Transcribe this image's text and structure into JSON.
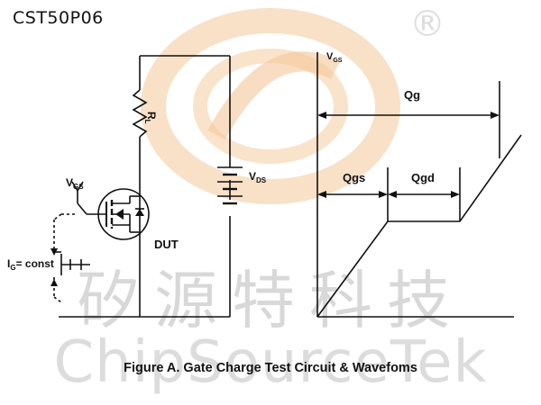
{
  "part_number": "CST50P06",
  "registered_mark": "®",
  "watermark": {
    "chinese": "矽源特科技",
    "english": "ChipSourceTek"
  },
  "circuit": {
    "rl_label": "RL",
    "rl_main": "R",
    "rl_sub": "L",
    "vgs_main": "V",
    "vgs_sub": "GS",
    "vds_main": "V",
    "vds_sub": "DS",
    "dut_label": "DUT",
    "ig_main": "I",
    "ig_sub": "G",
    "ig_rest": "= const"
  },
  "waveform": {
    "axis_main": "V",
    "axis_sub": "GS",
    "qg_label": "Qg",
    "qgs_label": "Qgs",
    "qgd_label": "Qgd"
  },
  "caption": "Figure A. Gate Charge Test Circuit & Wavefoms",
  "colors": {
    "watermark_orange": "#f3c79a",
    "watermark_gray": "#d8d8d8",
    "line": "#111111"
  }
}
